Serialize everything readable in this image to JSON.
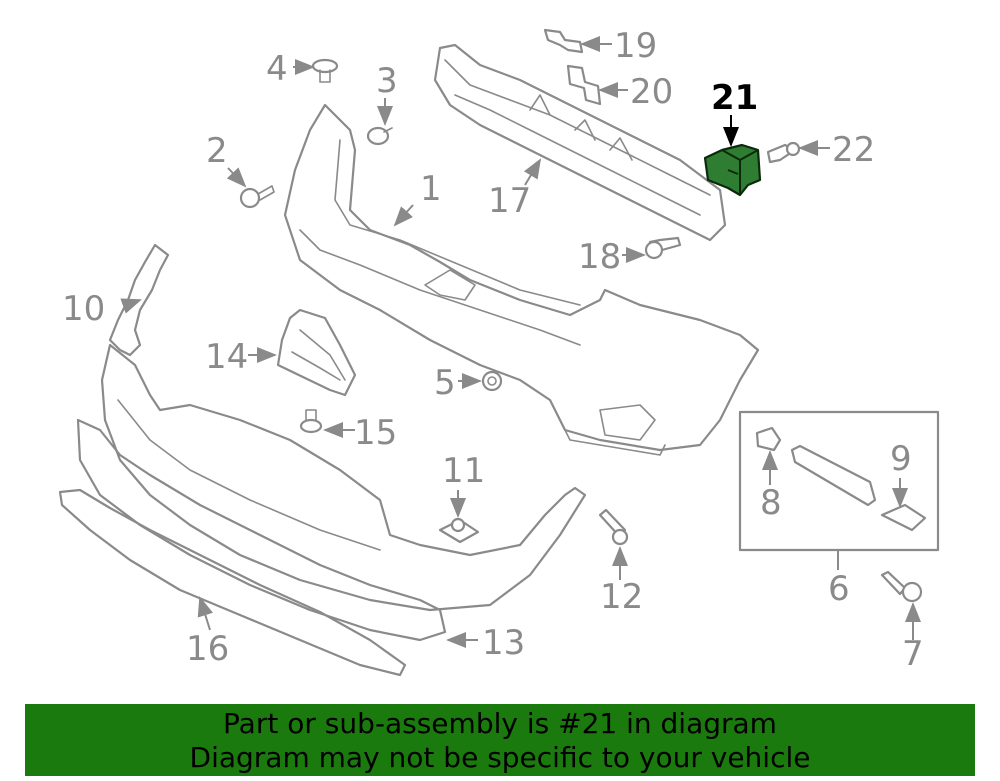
{
  "diagram": {
    "callouts": [
      "1",
      "2",
      "3",
      "4",
      "5",
      "6",
      "7",
      "8",
      "9",
      "10",
      "11",
      "12",
      "13",
      "14",
      "15",
      "16",
      "17",
      "18",
      "19",
      "20",
      "21",
      "22"
    ],
    "highlighted_part": "21",
    "highlight_color": "#2e7d32"
  },
  "banner": {
    "line1": "Part or sub-assembly is #21 in diagram",
    "line2": "Diagram may not be specific to your vehicle",
    "background": "#1b7a0e"
  }
}
